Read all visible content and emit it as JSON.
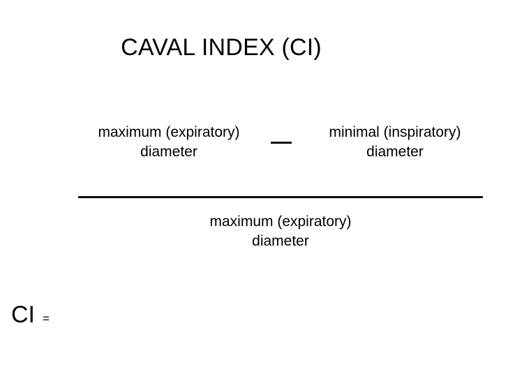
{
  "slide": {
    "title": "CAVAL INDEX (CI)",
    "background_color": "#ffffff",
    "text_color": "#000000",
    "rule_color": "#0d0d18"
  },
  "formula": {
    "lhs_symbol": "CI",
    "equals_sign": "=",
    "operator": "—",
    "operator_name": "minus-sign",
    "numerator": {
      "left_term": {
        "line1": "maximum (expiratory)",
        "line2": "diameter"
      },
      "right_term": {
        "line1": "minimal (inspiratory)",
        "line2": "diameter"
      }
    },
    "denominator": {
      "line1": "maximum (expiratory)",
      "line2": "diameter"
    }
  }
}
